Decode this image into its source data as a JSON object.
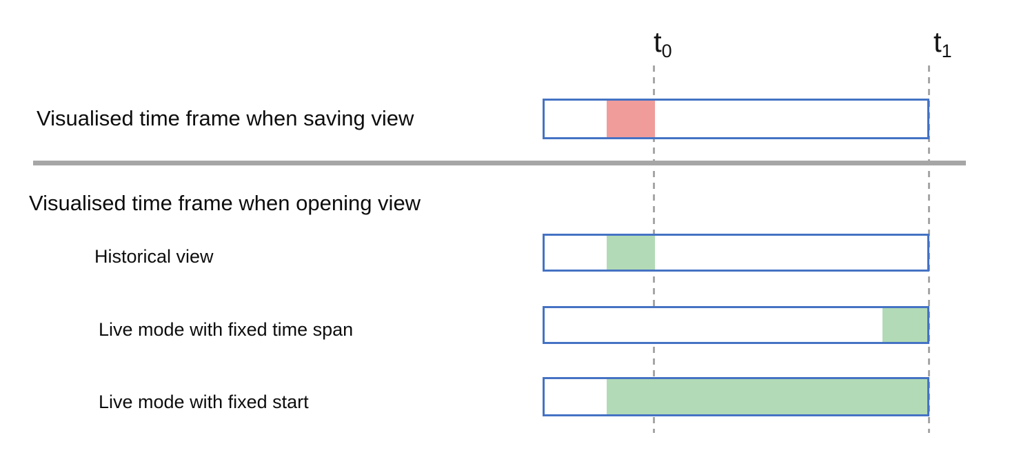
{
  "markers": {
    "t0": {
      "base": "t",
      "sub": "0"
    },
    "t1": {
      "base": "t",
      "sub": "1"
    }
  },
  "sections": {
    "saving": {
      "title": "Visualised time frame when saving view",
      "bar": {
        "segment": {
          "color_name": "red",
          "color": "#f09c9b",
          "from": "shortly before t0",
          "to": "t0"
        }
      }
    },
    "opening": {
      "title": "Visualised time frame when opening view",
      "rows": {
        "0": {
          "label": "Historical view",
          "segment": {
            "color_name": "green",
            "color": "#b2dab6",
            "from": "shortly before t0",
            "to": "t0"
          }
        },
        "1": {
          "label": "Live mode with fixed time span",
          "segment": {
            "color_name": "green",
            "color": "#b2dab6",
            "from": "shortly before t1",
            "to": "t1"
          }
        },
        "2": {
          "label": "Live mode with fixed start",
          "segment": {
            "color_name": "green",
            "color": "#b2dab6",
            "from": "shortly before t0",
            "to": "t1"
          }
        }
      }
    }
  },
  "colors": {
    "bar_border": "#4472c4",
    "segment_red": "#f09c9b",
    "segment_green": "#b2dab6",
    "guide_line": "#a6a6a6",
    "divider": "#a6a6a6",
    "text": "#0d0d0d",
    "background": "#ffffff"
  }
}
